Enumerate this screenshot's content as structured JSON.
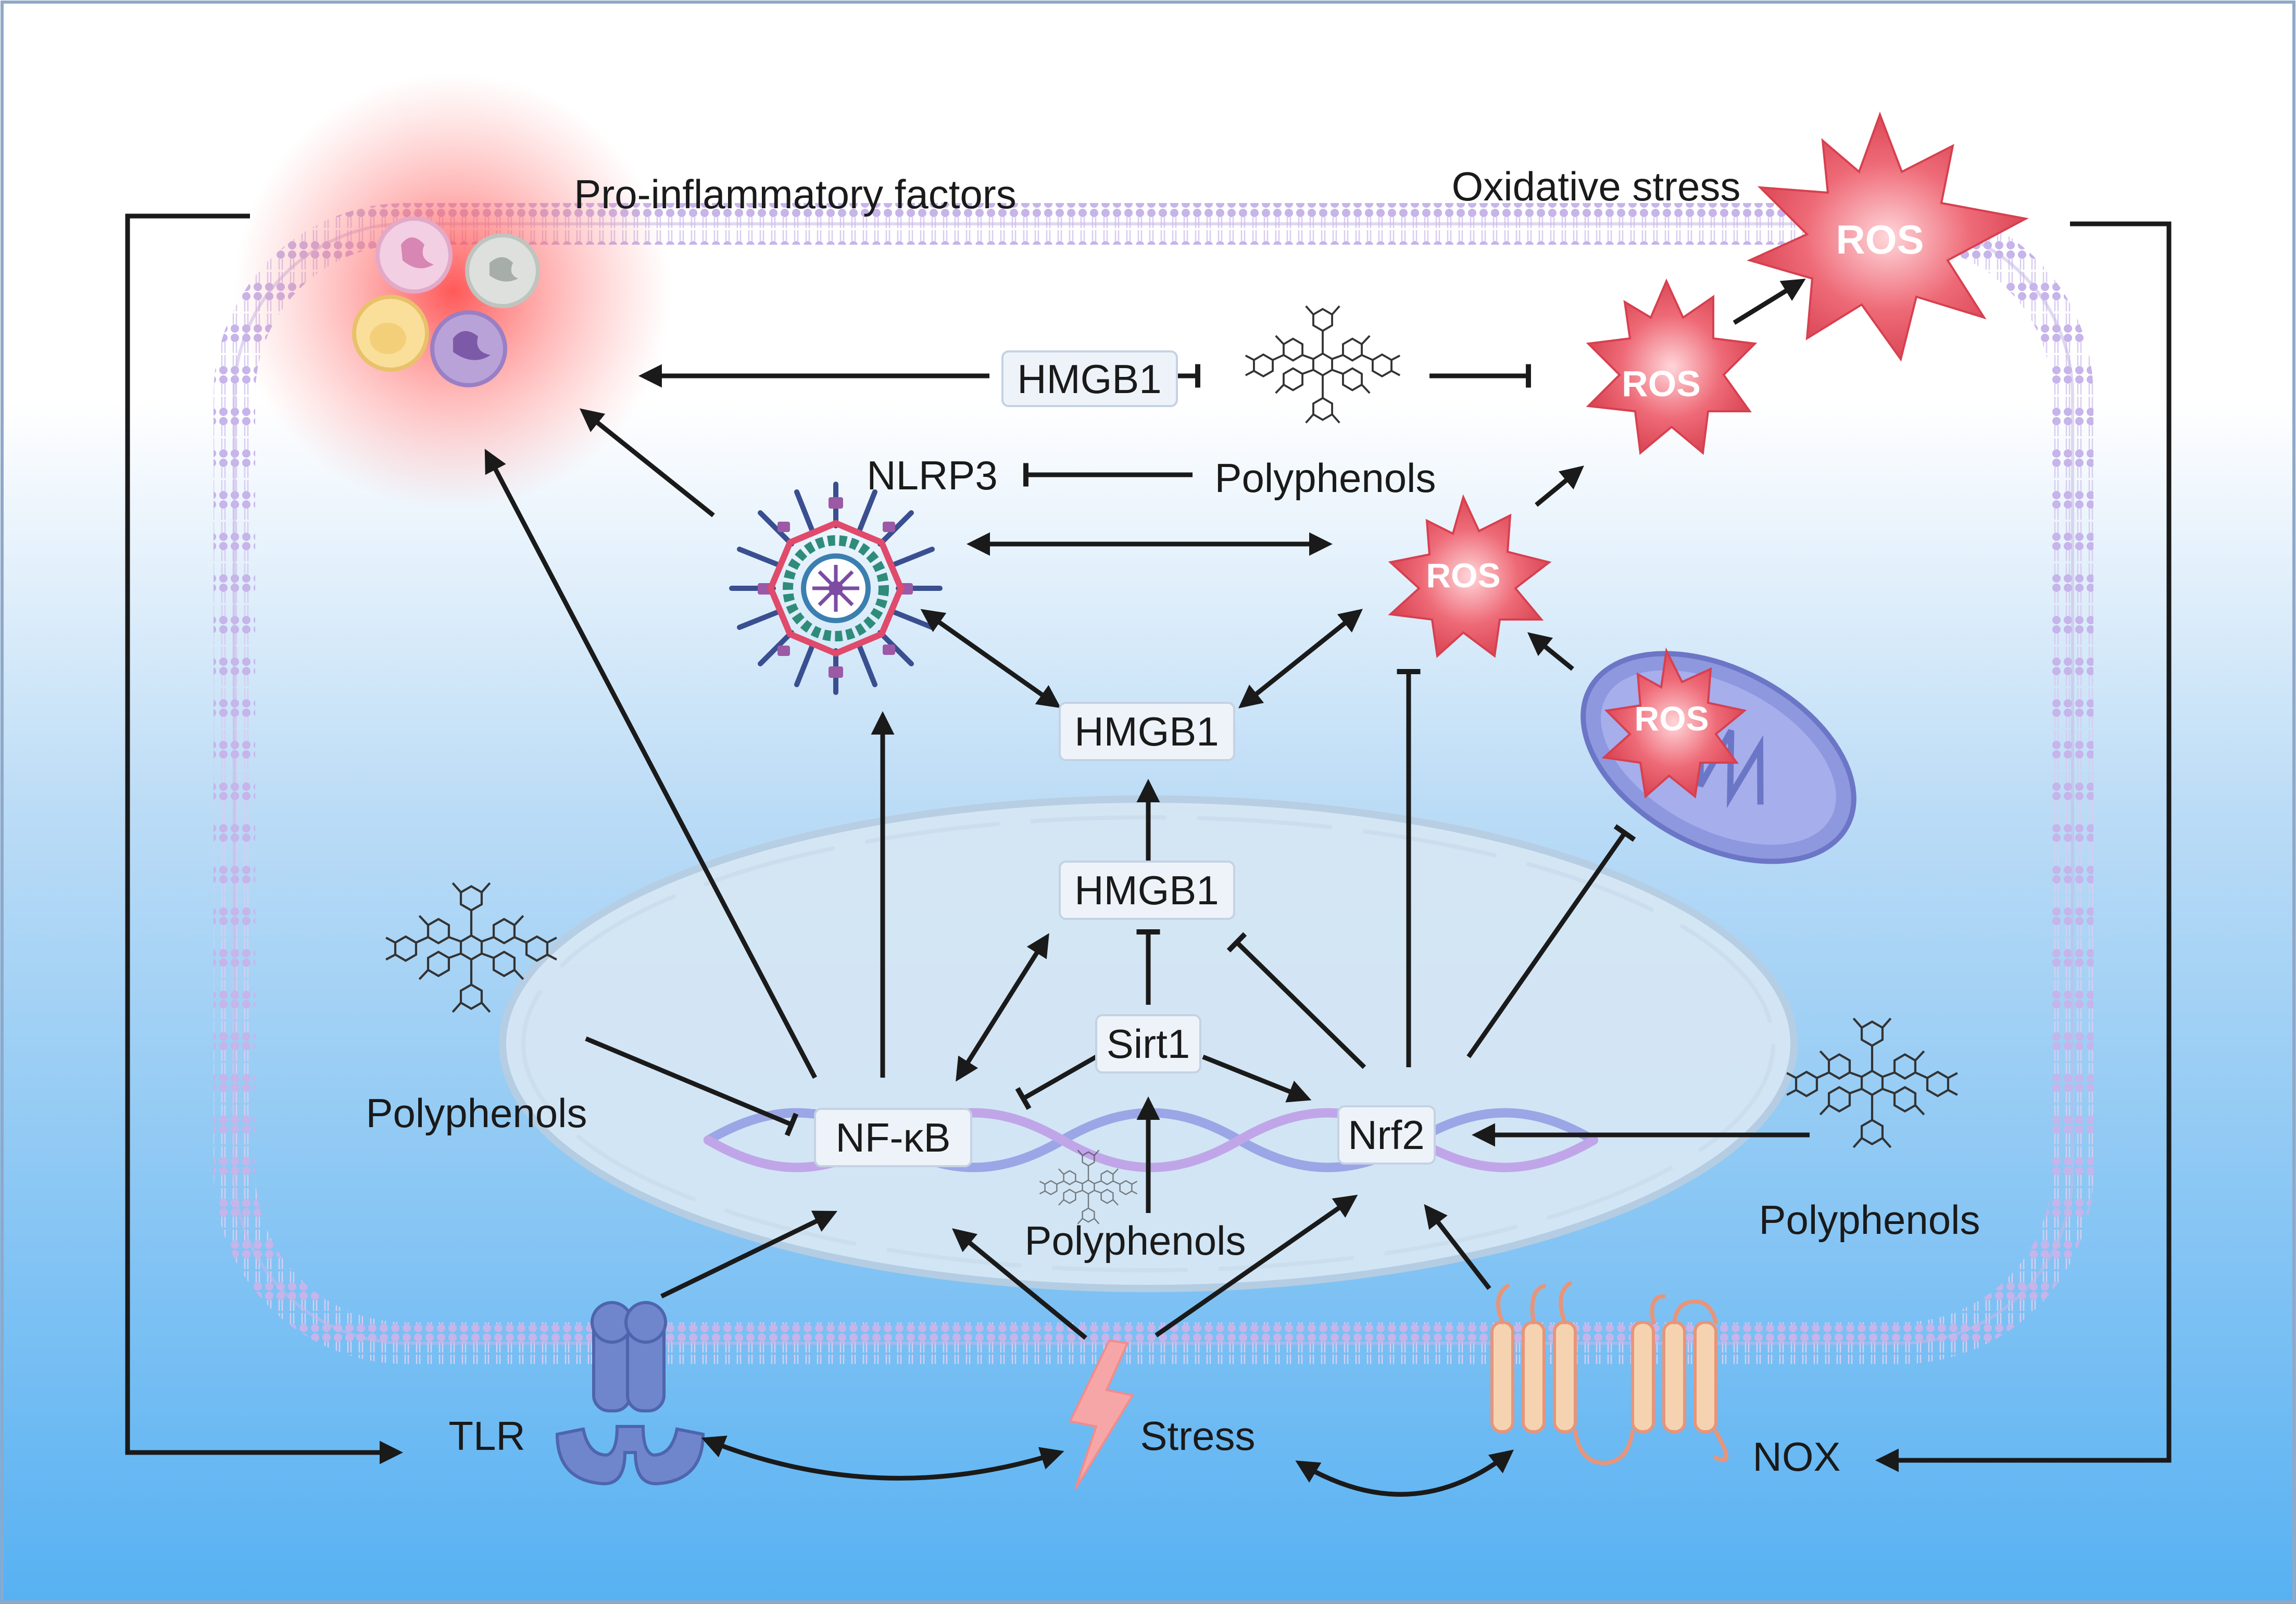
{
  "titles": {
    "pro_inflammatory": "Pro-inflammatory factors",
    "oxidative_stress": "Oxidative stress"
  },
  "nodes": {
    "hmgb1_top": "HMGB1",
    "nlrp3": "NLRP3",
    "polyphenols_top": "Polyphenols",
    "hmgb1_mid": "HMGB1",
    "hmgb1_nuclear": "HMGB1",
    "sirt1": "Sirt1",
    "nfkb": "NF-κB",
    "nrf2": "Nrf2",
    "polyphenols_left": "Polyphenols",
    "polyphenols_center": "Polyphenols",
    "polyphenols_right": "Polyphenols",
    "tlr": "TLR",
    "stress": "Stress",
    "nox": "NOX"
  },
  "ros_labels": {
    "ros_large": "ROS",
    "ros_upper": "ROS",
    "ros_middle": "ROS",
    "ros_mito": "ROS"
  },
  "colors": {
    "membrane": "#c9b8e6",
    "nucleus": "#d6e7f4",
    "ros": "#e0505e",
    "background_top": "#ffffff",
    "background_bottom": "#57b1f2",
    "label_box": "#eef3fa",
    "lipid_head": "#b9a6e3"
  },
  "icons": [
    "neutrophil-cells-icon",
    "nlrp3-inflammasome-icon",
    "mitochondrion-icon",
    "tlr-receptor-icon",
    "nox-transmembrane-icon",
    "dna-helix-icon",
    "lightning-icon",
    "polyphenol-molecule-icon",
    "ros-burst-icon"
  ]
}
